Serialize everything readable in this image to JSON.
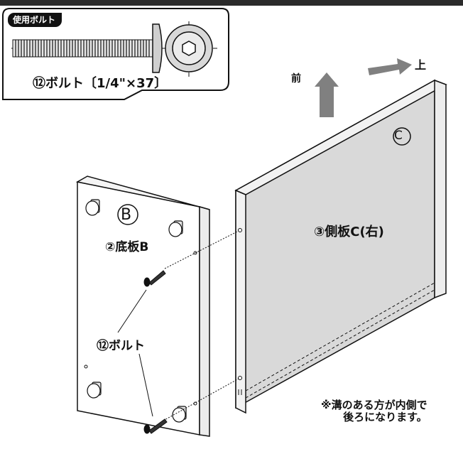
{
  "labels": {
    "badge": "使用ボルト",
    "bolt_caption": "⑫ボルト〔1/4\"×37〕",
    "direction_front": "前",
    "direction_up": "上",
    "panel_b_letter": "B",
    "panel_c_letter": "C",
    "bottom_board_b": "②底板B",
    "side_board_c": "③側板C(右)",
    "bolt_part": "⑫ボルト",
    "note_line1": "※溝のある方が内側で",
    "note_line2": "後ろになります。"
  }
}
